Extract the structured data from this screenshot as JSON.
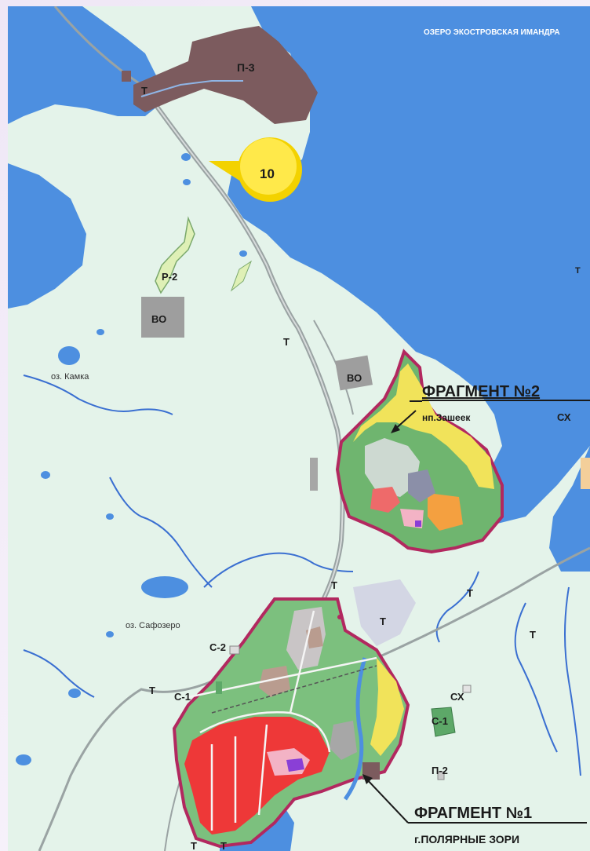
{
  "map": {
    "lake_title": "ОЗЕРО ЭКОСТРОВСКАЯ ИМАНДРА",
    "callout_number": "10",
    "fragment_1": {
      "title": "ФРАГМЕНТ №1",
      "subtitle": "г.ПОЛЯРНЫЕ ЗОРИ"
    },
    "fragment_2": {
      "title": "ФРАГМЕНТ №2",
      "subtitle": "нп.Зашеек"
    },
    "lake_names": {
      "kamka": "оз. Камка",
      "safozero": "оз. Сафозеро"
    },
    "zone_labels": {
      "p3": "П-3",
      "p2_zone": "П-2",
      "r2": "Р-2",
      "vo_1": "ВО",
      "vo_2": "ВО",
      "sx_1": "СХ",
      "sx_2": "СХ",
      "s1_west": "С-1",
      "s1_east": "С-1",
      "s2": "С-2",
      "t_1": "Т",
      "t_2": "Т",
      "t_3": "Т",
      "t_4": "Т",
      "t_5": "Т",
      "t_6": "Т",
      "t_7": "Т",
      "t_8": "Т",
      "t_9": "Т",
      "t_10": "Т"
    },
    "colors": {
      "land": "#e4f3ea",
      "water": "#4d8fe0",
      "industrial": "#7c5b5e",
      "frame": "#b2285f",
      "callout": "#ffe600",
      "residential": "#ee3838",
      "yellow_zone": "#f1e35a",
      "green_zone": "#5da868",
      "stream": "#3a6fd1"
    }
  }
}
